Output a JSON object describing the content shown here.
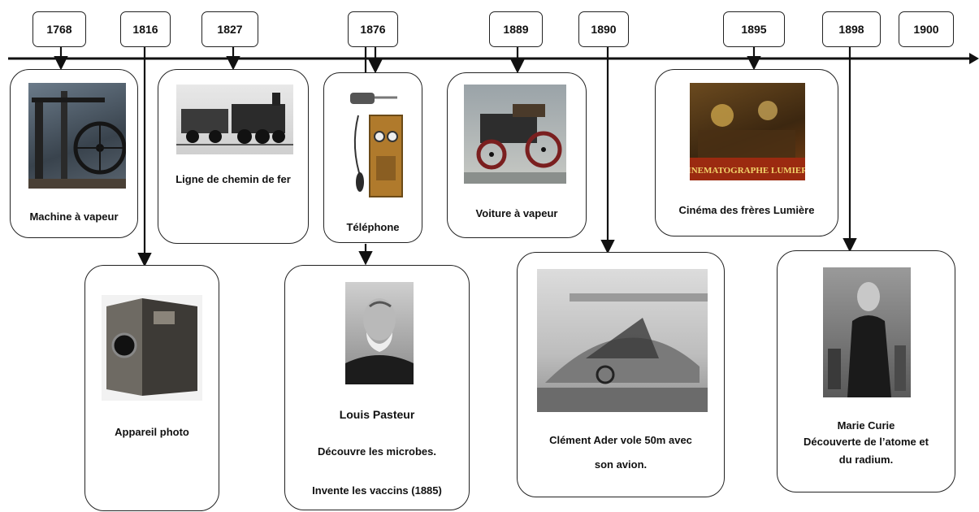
{
  "years": [
    "1768",
    "1816",
    "1827",
    "1876",
    "1889",
    "1890",
    "1895",
    "1898",
    "1900"
  ],
  "events": {
    "machine": "Machine à vapeur",
    "appareil": "Appareil photo",
    "chemin": "Ligne de chemin de fer",
    "telephone": "Téléphone",
    "pasteur_name": "Louis Pasteur",
    "pasteur_line1": "Découvre les microbes.",
    "pasteur_line2": "Invente les vaccins (1885)",
    "voiture": "Voiture à vapeur",
    "ader_line1": "Clément Ader vole 50m avec",
    "ader_line2": "son avion.",
    "cinema": "Cinéma des frères Lumière",
    "poster_text": "CINEMATOGRAPHE LUMIERE",
    "curie_line1": "Marie Curie",
    "curie_line2": "Découverte de l’atome et",
    "curie_line3": "du radium."
  }
}
